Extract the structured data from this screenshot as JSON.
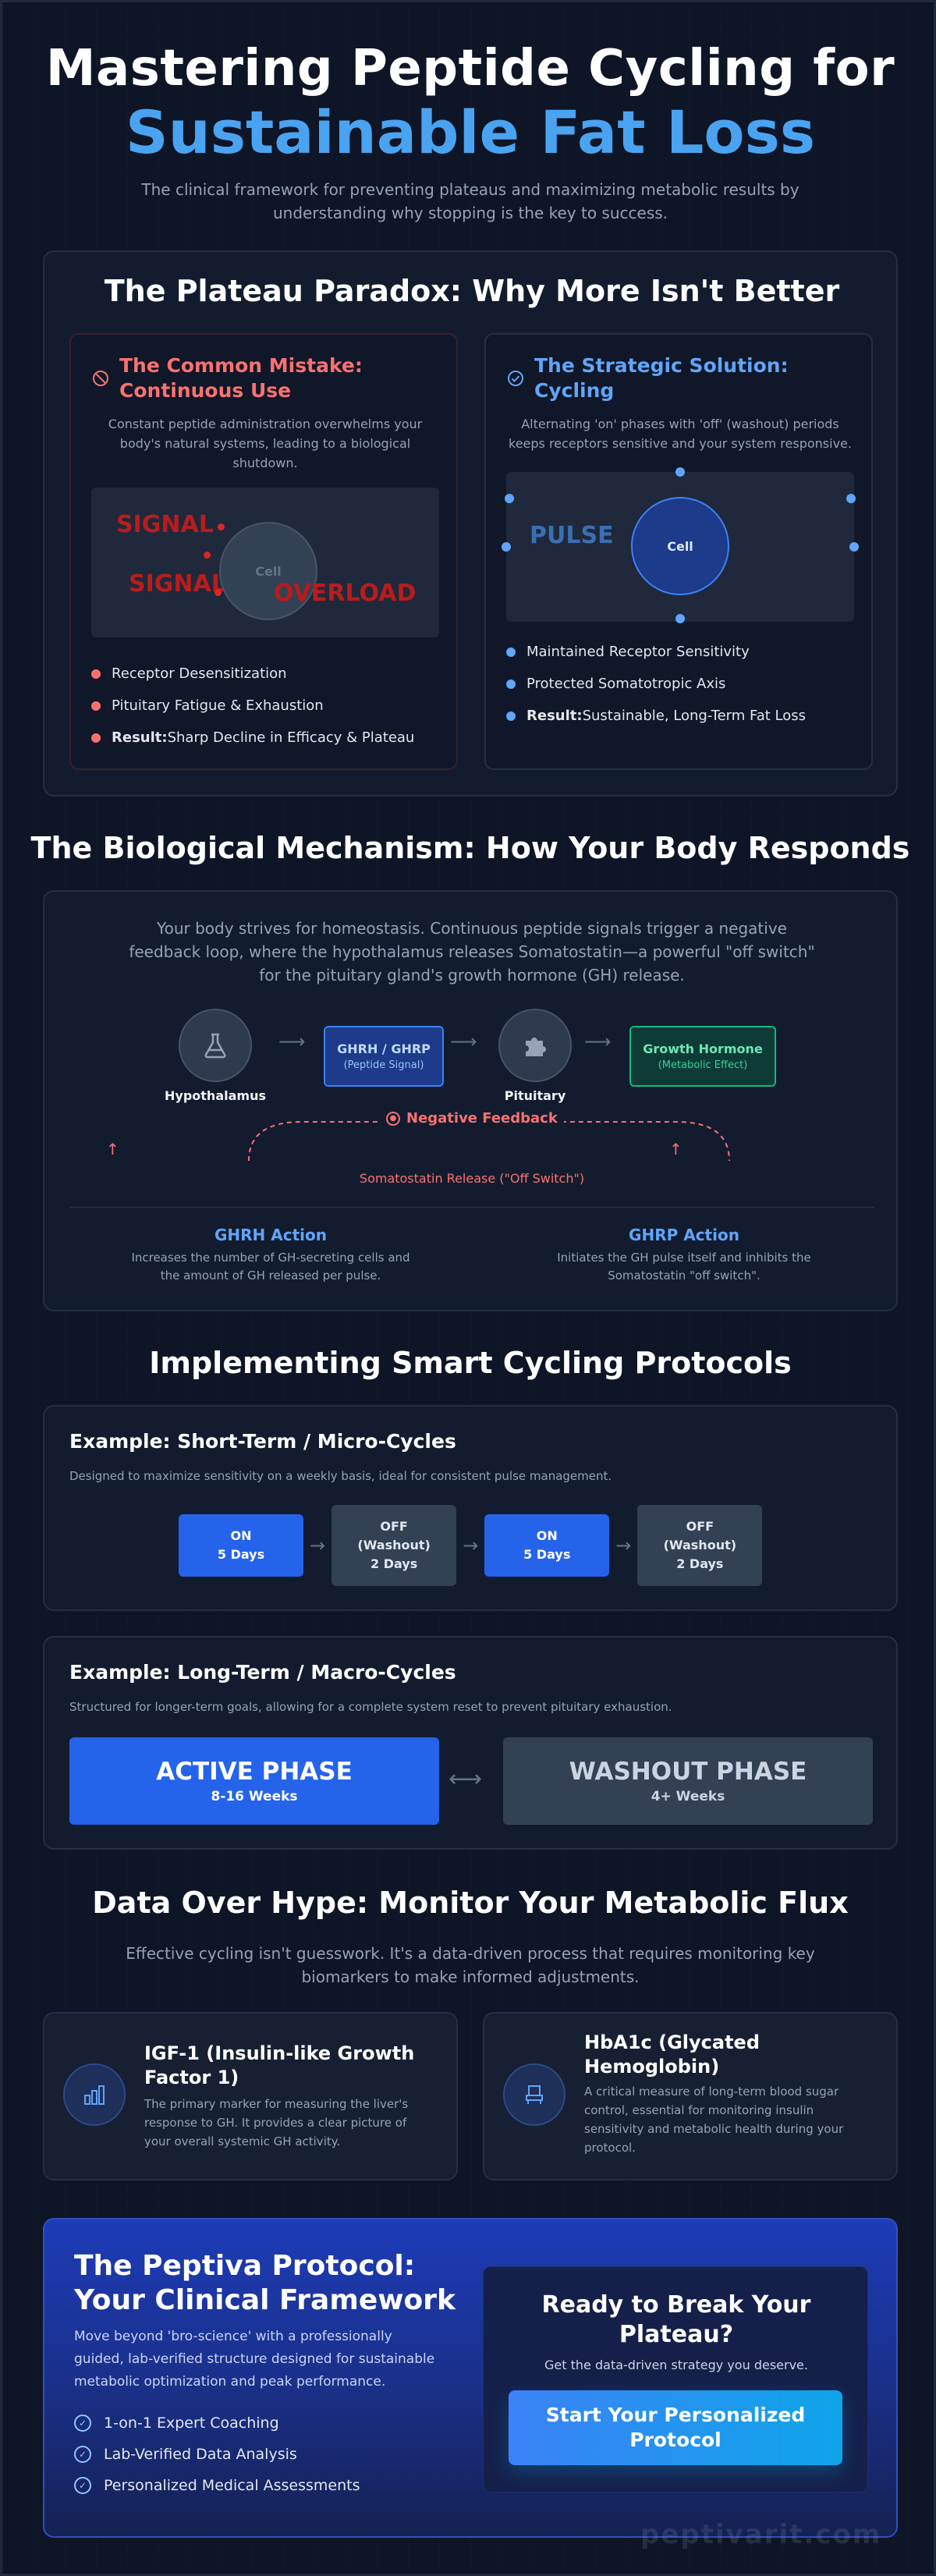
{
  "hero": {
    "title_line1": "Mastering Peptide Cycling for",
    "title_line2": "Sustainable Fat Loss",
    "subtitle_line1": "The clinical framework for preventing plateaus and maximizing metabolic results by",
    "subtitle_line2": "understanding why stopping is the key to success."
  },
  "plateau": {
    "title": "The Plateau Paradox: Why More Isn't Better",
    "mistake": {
      "icon": "ban-icon",
      "title_line1": "The Common Mistake:",
      "title_line2": "Continuous Use",
      "desc_line1": "Constant peptide administration overwhelms your",
      "desc_line2": "body's natural systems, leading to a biological",
      "desc_line3": "shutdown.",
      "visual": {
        "signal1": "SIGNAL",
        "signal2": "SIGNAL",
        "cell": "Cell",
        "overload": "OVERLOAD"
      },
      "bullets": [
        "Receptor Desensitization",
        "Pituitary Fatigue & Exhaustion"
      ],
      "result_label": "Result:",
      "result_text": "Sharp Decline in Efficacy & Plateau",
      "accent": "#f87171"
    },
    "solution": {
      "icon": "check-circle-icon",
      "title_line1": "The Strategic Solution:",
      "title_line2": "Cycling",
      "desc_line1": "Alternating 'on' phases with 'off' (washout) periods",
      "desc_line2": "keeps receptors sensitive and your system responsive.",
      "visual": {
        "pulse": "PULSE",
        "cell": "Cell"
      },
      "bullets": [
        "Maintained Receptor Sensitivity",
        "Protected Somatotropic Axis"
      ],
      "result_label": "Result:",
      "result_text": "Sustainable, Long-Term Fat Loss",
      "accent": "#60a5fa"
    }
  },
  "mechanism": {
    "title": "The Biological Mechanism: How Your Body Responds",
    "intro_line1": "Your body strives for homeostasis. Continuous peptide signals trigger a negative",
    "intro_line2": "feedback loop, where the hypothalamus releases Somatostatin—a powerful \"off switch\"",
    "intro_line3": "for the pituitary gland's growth hormone (GH) release.",
    "hypothalamus": "Hypothalamus",
    "ghrh_box_title": "GHRH / GHRP",
    "ghrh_box_sub": "(Peptide Signal)",
    "pituitary": "Pituitary",
    "gh_box_title": "Growth Hormone",
    "gh_box_sub": "(Metabolic Effect)",
    "negative_feedback": "Negative Feedback",
    "somatostatin": "Somatostatin Release (\"Off Switch\")",
    "ghrh_action_title": "GHRH Action",
    "ghrh_action_line1": "Increases the number of GH-secreting cells and",
    "ghrh_action_line2": "the amount of GH released per pulse.",
    "ghrp_action_title": "GHRP Action",
    "ghrp_action_line1": "Initiates the GH pulse itself and inhibits the",
    "ghrp_action_line2": "Somatostatin \"off switch\"."
  },
  "protocols": {
    "title": "Implementing Smart Cycling Protocols",
    "micro": {
      "title": "Example: Short-Term / Micro-Cycles",
      "desc": "Designed to maximize sensitivity on a weekly basis, ideal for consistent pulse management.",
      "steps": [
        {
          "line1": "ON",
          "line2": "5 Days",
          "line3": ""
        },
        {
          "line1": "OFF",
          "line2": "(Washout)",
          "line3": "2 Days"
        },
        {
          "line1": "ON",
          "line2": "5 Days",
          "line3": ""
        },
        {
          "line1": "OFF",
          "line2": "(Washout)",
          "line3": "2 Days"
        }
      ]
    },
    "macro": {
      "title": "Example: Long-Term / Macro-Cycles",
      "desc": "Structured for longer-term goals, allowing for a complete system reset to prevent pituitary exhaustion.",
      "active_title": "ACTIVE PHASE",
      "active_sub": "8-16 Weeks",
      "washout_title": "WASHOUT PHASE",
      "washout_sub": "4+ Weeks"
    }
  },
  "data": {
    "title": "Data Over Hype: Monitor Your Metabolic Flux",
    "intro_line1": "Effective cycling isn't guesswork. It's a data-driven process that requires monitoring key",
    "intro_line2": "biomarkers to make informed adjustments.",
    "igf": {
      "icon": "bar-chart-icon",
      "title_line1": "IGF-1 (Insulin-like Growth",
      "title_line2": "Factor 1)",
      "desc_line1": "The primary marker for measuring the liver's",
      "desc_line2": "response to GH. It provides a clear picture of",
      "desc_line3": "your overall systemic GH activity."
    },
    "hba1c": {
      "icon": "chair-icon",
      "title_line1": "HbA1c (Glycated",
      "title_line2": "Hemoglobin)",
      "desc_line1": "A critical measure of long-term blood sugar",
      "desc_line2": "control, essential for monitoring insulin",
      "desc_line3": "sensitivity and metabolic health during your",
      "desc_line4": "protocol."
    }
  },
  "cta": {
    "title_line1": "The Peptiva Protocol:",
    "title_line2": "Your Clinical Framework",
    "desc_line1": "Move beyond 'bro-science' with a professionally",
    "desc_line2": "guided, lab-verified structure designed for sustainable",
    "desc_line3": "metabolic optimization and peak performance.",
    "features": [
      "1-on-1 Expert Coaching",
      "Lab-Verified Data Analysis",
      "Personalized Medical Assessments"
    ],
    "box_title_line1": "Ready to Break Your",
    "box_title_line2": "Plateau?",
    "box_sub": "Get the data-driven strategy you deserve.",
    "button_line1": "Start Your Personalized",
    "button_line2": "Protocol",
    "watermark": "peptivarit.com"
  }
}
